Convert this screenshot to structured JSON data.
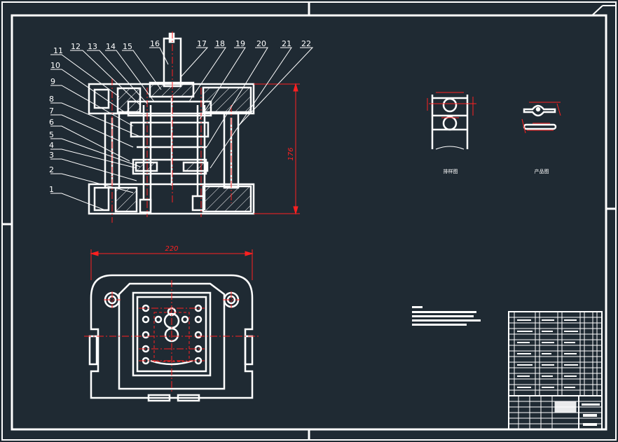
{
  "drawing": {
    "part_numbers": [
      "1",
      "2",
      "3",
      "4",
      "5",
      "6",
      "7",
      "8",
      "9",
      "10",
      "11",
      "12",
      "13",
      "14",
      "15",
      "16",
      "17",
      "18",
      "19",
      "20",
      "21",
      "22"
    ],
    "dimensions": {
      "height": "176",
      "width": "220"
    },
    "view_labels": {
      "strip_layout": "排样图",
      "part_drawing": "产品图"
    }
  },
  "colors": {
    "background": "#1f2a33",
    "line": "#ffffff",
    "dimension": "#ff2020"
  }
}
